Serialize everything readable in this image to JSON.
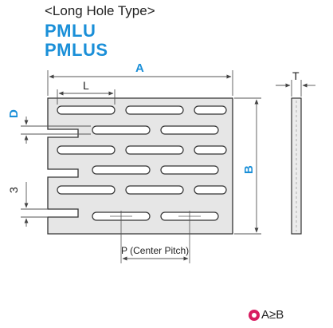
{
  "header": {
    "type_label": "<Long Hole Type>",
    "model_1": "PMLU",
    "model_2": "PMLUS"
  },
  "dimensions": {
    "a": "A",
    "l": "L",
    "d": "D",
    "b": "B",
    "t": "T",
    "three": "3",
    "pitch": "P (Center Pitch)"
  },
  "footnote": {
    "condition": "A≥B"
  },
  "colors": {
    "accent_blue": "#1a8fd8",
    "plate_fill": "#e6e6e6",
    "outline": "#333333",
    "dim_line": "#555555",
    "icon": "#d81b60"
  }
}
